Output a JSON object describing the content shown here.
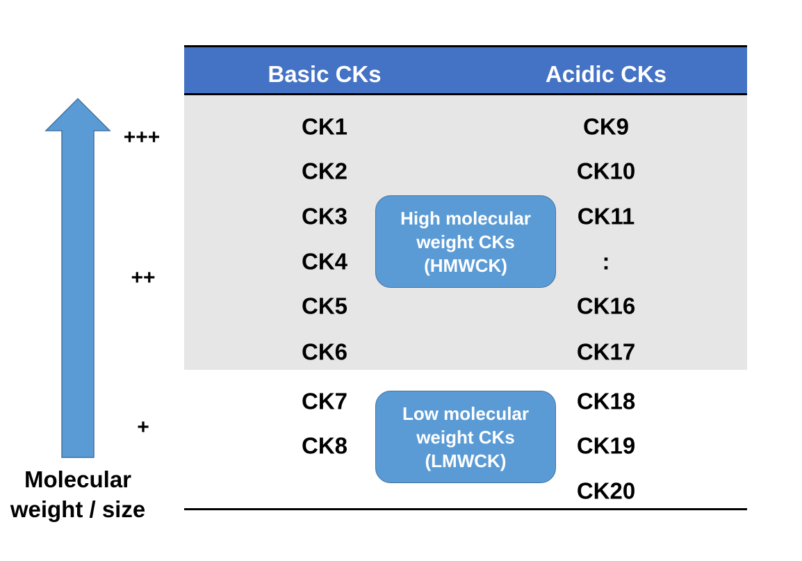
{
  "table": {
    "header": {
      "basic": "Basic CKs",
      "acidic": "Acidic CKs"
    },
    "basic_cks": [
      "CK1",
      "CK2",
      "CK3",
      "CK4",
      "CK5",
      "CK6",
      "CK7",
      "CK8"
    ],
    "acidic_cks": [
      "CK9",
      "CK10",
      "CK11",
      ":",
      "CK16",
      "CK17",
      "CK18",
      "CK19",
      "CK20"
    ]
  },
  "callouts": {
    "hmwck": {
      "line1": "High molecular",
      "line2": "weight CKs",
      "line3": "(HMWCK)"
    },
    "lmwck": {
      "line1": "Low molecular",
      "line2": "weight CKs",
      "line3": "(LMWCK)"
    }
  },
  "axis": {
    "levels": {
      "high": "+++",
      "mid": "++",
      "low": "+"
    },
    "caption": {
      "line1": "Molecular",
      "line2": "weight / size"
    }
  },
  "colors": {
    "header": "#4472c4",
    "hmw_band": "#e6e6e6",
    "callout": "#5b9bd5",
    "arrow": "#5b9bd5"
  }
}
